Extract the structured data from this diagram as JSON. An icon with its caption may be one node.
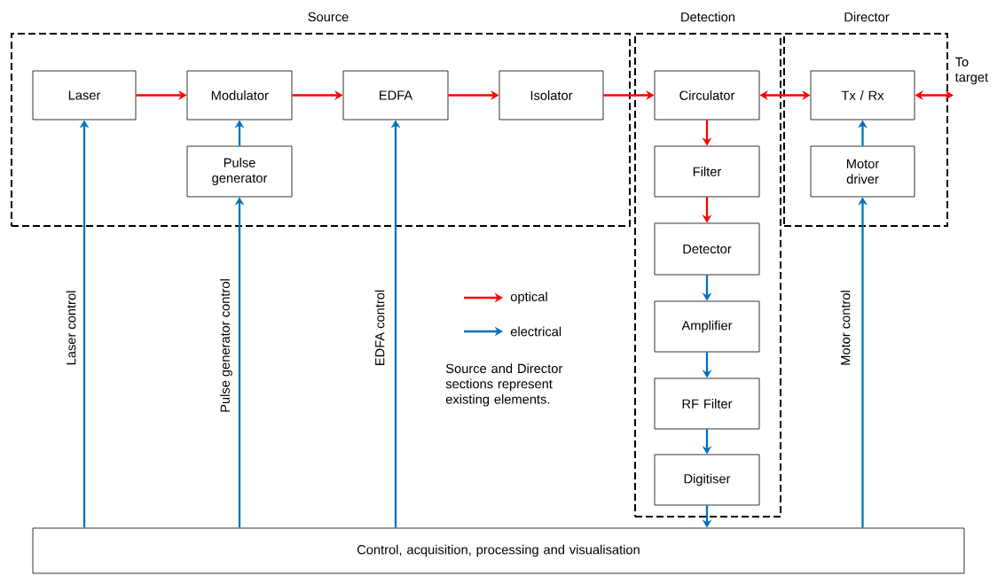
{
  "diagram": {
    "nodes": [
      {
        "text": [
          "Source"
        ]
      },
      {
        "text": [
          "Detection"
        ]
      },
      {
        "text": [
          "Director"
        ]
      },
      {
        "text": [
          "Laser"
        ],
        "in": 0
      },
      {
        "text": [
          "Modulator"
        ],
        "in": 0
      },
      {
        "text": [
          "Pulse generator"
        ],
        "in": 0
      },
      {
        "text": [
          "EDFA"
        ],
        "in": 0
      },
      {
        "text": [
          "Isolator"
        ],
        "in": 0
      },
      {
        "text": [
          "Circulator"
        ],
        "in": 1
      },
      {
        "text": [
          "Filter"
        ],
        "in": 1
      },
      {
        "text": [
          "Detector"
        ],
        "in": 1
      },
      {
        "text": [
          "Amplifier"
        ],
        "in": 1
      },
      {
        "text": [
          "RF Filter"
        ],
        "in": 1
      },
      {
        "text": [
          "Digitiser"
        ],
        "in": 1
      },
      {
        "text": [
          "Tx / Rx"
        ],
        "in": 2
      },
      {
        "text": [
          "Motor driver"
        ],
        "in": 2
      },
      {
        "text": [
          "To target"
        ]
      },
      {
        "text": [
          "Control, acquisition, processing and visualisation"
        ]
      }
    ],
    "edges": [
      {
        "from": 3,
        "to": 4,
        "arrow": "to",
        "color": "#ff0000"
      },
      {
        "from": 4,
        "to": 6,
        "arrow": "to",
        "color": "#ff0000"
      },
      {
        "from": 6,
        "to": 7,
        "arrow": "to",
        "color": "#ff0000"
      },
      {
        "from": 7,
        "to": 8,
        "arrow": "to",
        "color": "#ff0000"
      },
      {
        "from": 8,
        "to": 14,
        "arrow": "both",
        "color": "#ff0000"
      },
      {
        "from": 14,
        "to": 16,
        "arrow": "both",
        "color": "#ff0000"
      },
      {
        "from": 8,
        "to": 9,
        "arrow": "to",
        "color": "#ff0000"
      },
      {
        "from": 9,
        "to": 10,
        "arrow": "to",
        "color": "#ff0000"
      },
      {
        "from": 10,
        "to": 11,
        "arrow": "to"
      },
      {
        "from": 11,
        "to": 12,
        "arrow": "to"
      },
      {
        "from": 12,
        "to": 13,
        "arrow": "to"
      },
      {
        "from": 13,
        "to": 17,
        "arrow": "to"
      },
      {
        "from": 5,
        "to": 4,
        "arrow": "to"
      },
      {
        "from": 15,
        "to": 14,
        "arrow": "to"
      },
      {
        "from": 17,
        "to": 3,
        "arrow": "to",
        "label": "Laser control"
      },
      {
        "from": 17,
        "to": 5,
        "arrow": "to",
        "label": "Pulse generator control"
      },
      {
        "from": 17,
        "to": 6,
        "arrow": "to",
        "label": "EDFA control"
      },
      {
        "from": 17,
        "to": 15,
        "arrow": "to",
        "label": "Motor control"
      }
    ],
    "labels": [
      "Source and Director sections represent existing elements."
    ],
    "legend": [
      {
        "text": "optical"
      },
      {
        "text": "electrical"
      }
    ]
  }
}
